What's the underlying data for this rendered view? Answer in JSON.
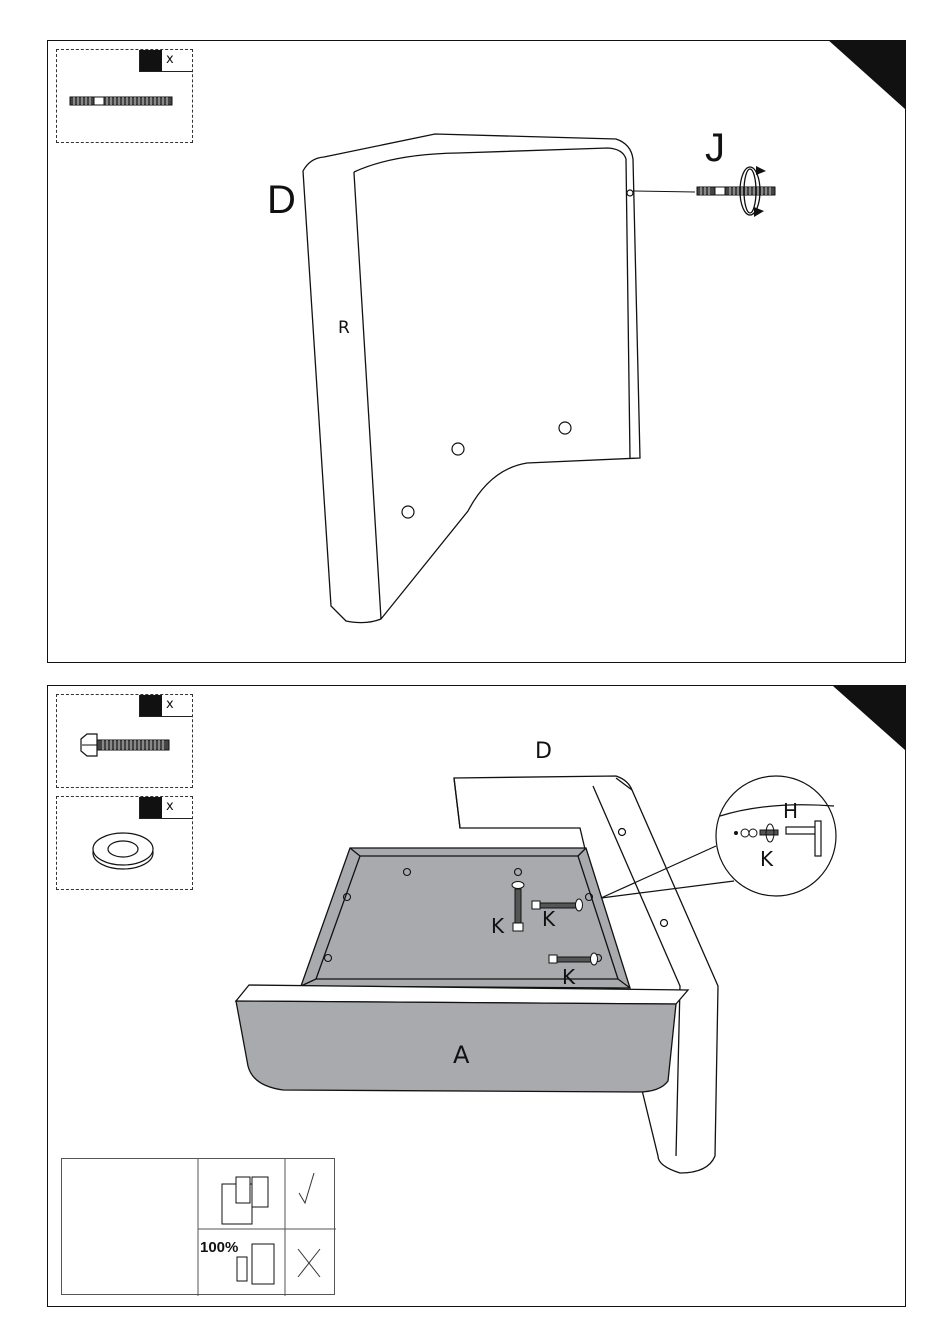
{
  "step1": {
    "qty_marker": "x",
    "part_label": "D",
    "face_label": "R",
    "fastener_label": "J"
  },
  "step2": {
    "bolt_qty_marker": "x",
    "washer_qty_marker": "x",
    "back_label": "D",
    "seat_label": "A",
    "bolt_labels": [
      "K",
      "K",
      "K"
    ],
    "zoom_tool_label": "H",
    "zoom_bolt_label": "K",
    "tip_percent": "100%"
  }
}
